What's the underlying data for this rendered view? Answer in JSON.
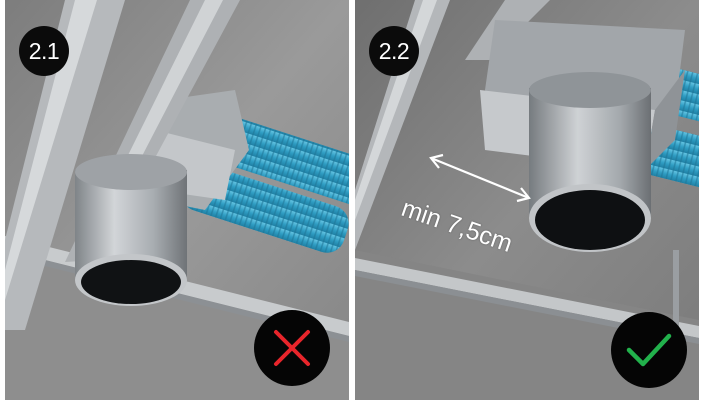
{
  "panels": [
    {
      "badge": "2.1",
      "status": "incorrect",
      "status_icon": "cross-icon",
      "status_color": "#e8252b"
    },
    {
      "badge": "2.2",
      "status": "correct",
      "status_icon": "checkmark-icon",
      "status_color": "#22b14c"
    }
  ],
  "dimension": {
    "label": "min 7,5cm"
  },
  "colors": {
    "duct_blue": "#3aa7c9",
    "ceiling": "#8a8a8a",
    "steel": "#b9bcbf"
  }
}
